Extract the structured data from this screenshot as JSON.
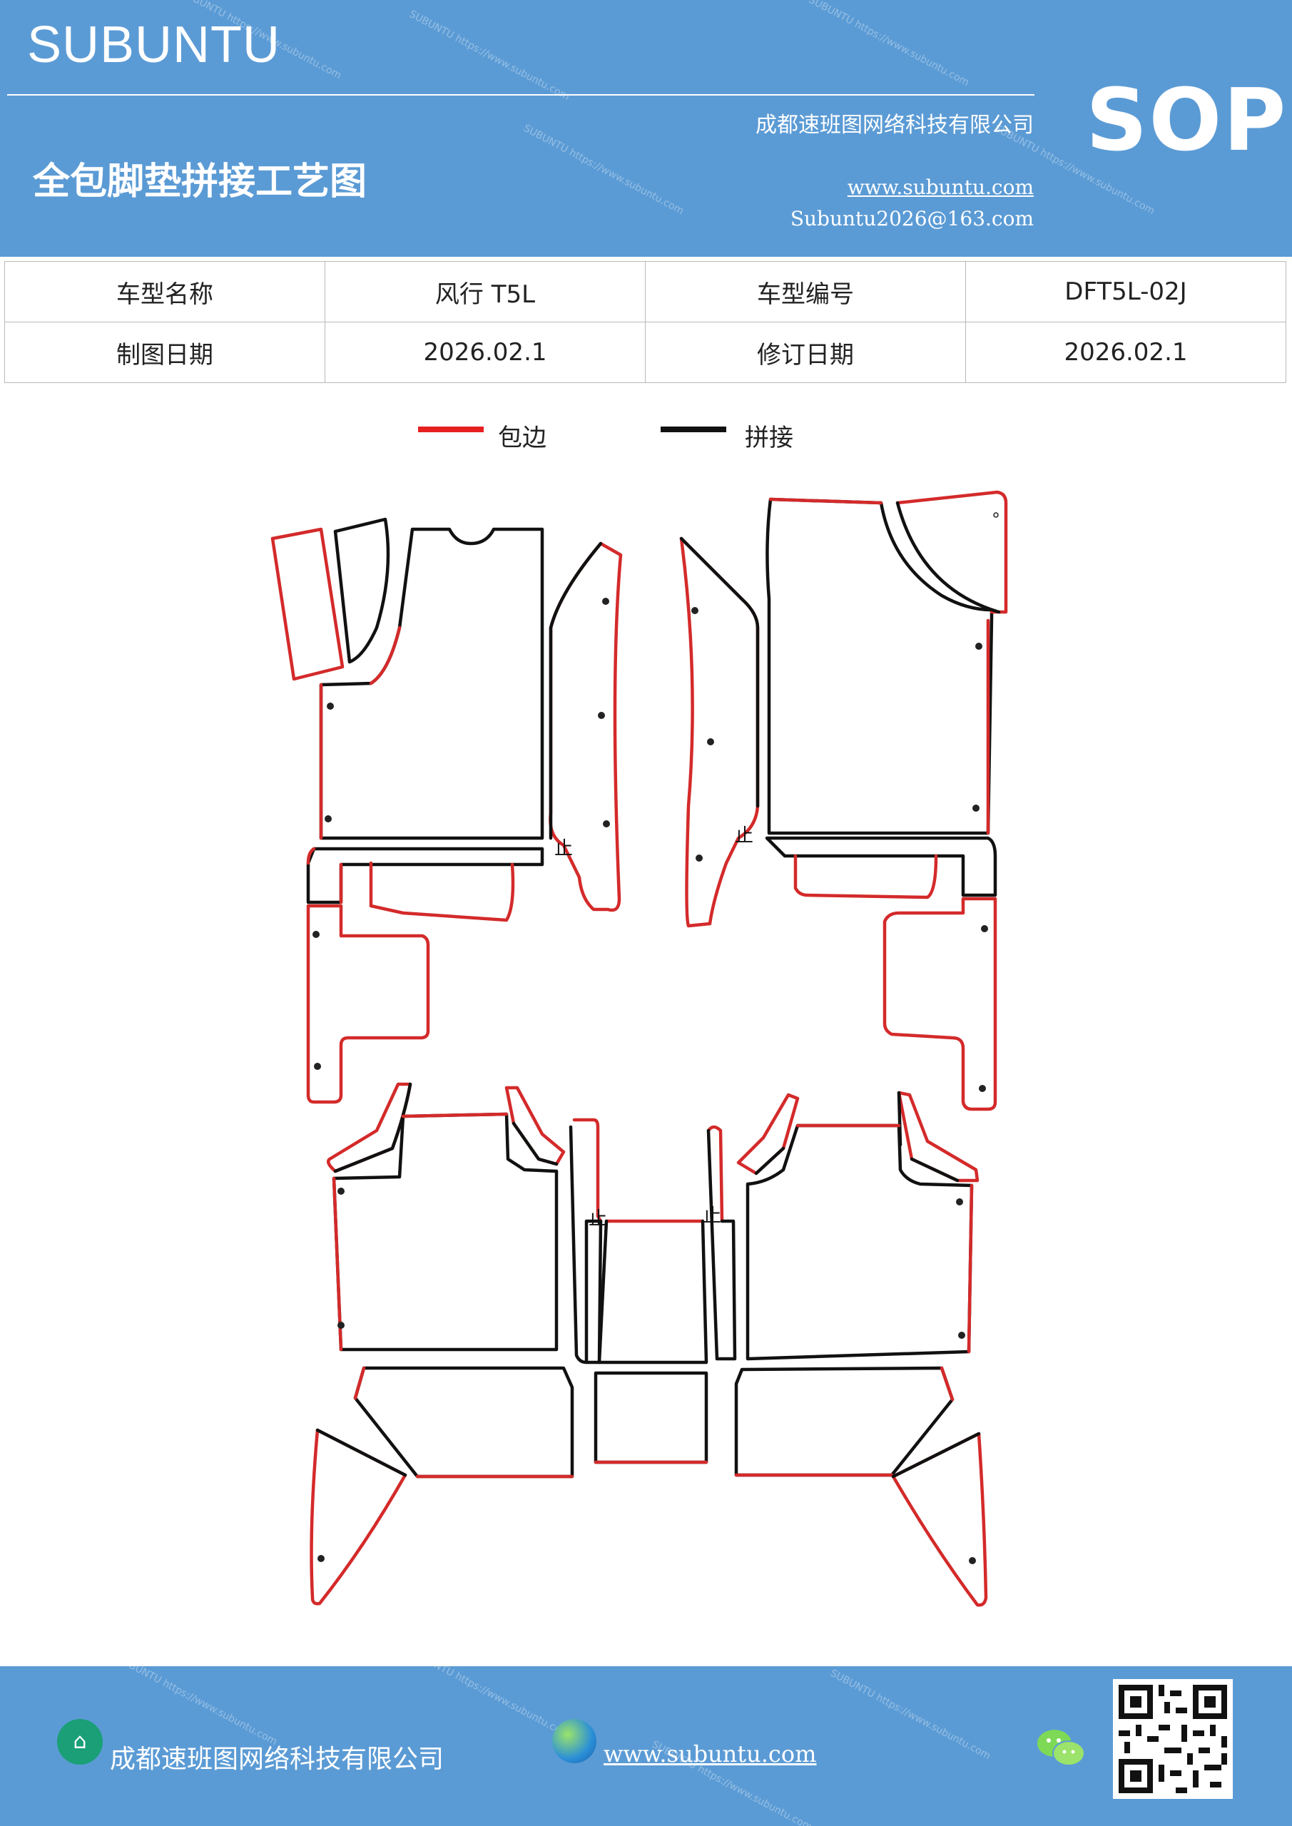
{
  "header": {
    "brand": "SUBUNTU",
    "company": "成都速班图网络科技有限公司",
    "title": "全包脚垫拼接工艺图",
    "url": "www.subuntu.com",
    "email": "Subuntu2026@163.com",
    "badge": "SOP",
    "watermark": "SUBUNTU https://www.subuntu.com"
  },
  "info_table": {
    "rows": [
      [
        "车型名称",
        "风行 T5L",
        "车型编号",
        "DFT5L-02J"
      ],
      [
        "制图日期",
        "2026.02.1",
        "修订日期",
        "2026.02.1"
      ]
    ]
  },
  "legend": {
    "items": [
      {
        "label": "包边",
        "color": "#e62020"
      },
      {
        "label": "拼接",
        "color": "#111111"
      }
    ]
  },
  "drawing": {
    "splice_mark": "止"
  },
  "footer": {
    "company": "成都速班图网络科技有限公司",
    "url": "www.subuntu.com",
    "icons": [
      "building-icon",
      "globe-icon",
      "wechat-icon",
      "qr-code"
    ]
  },
  "colors": {
    "header_bg": "#5b9bd5",
    "edge_red": "#e62020",
    "splice_black": "#111111"
  }
}
